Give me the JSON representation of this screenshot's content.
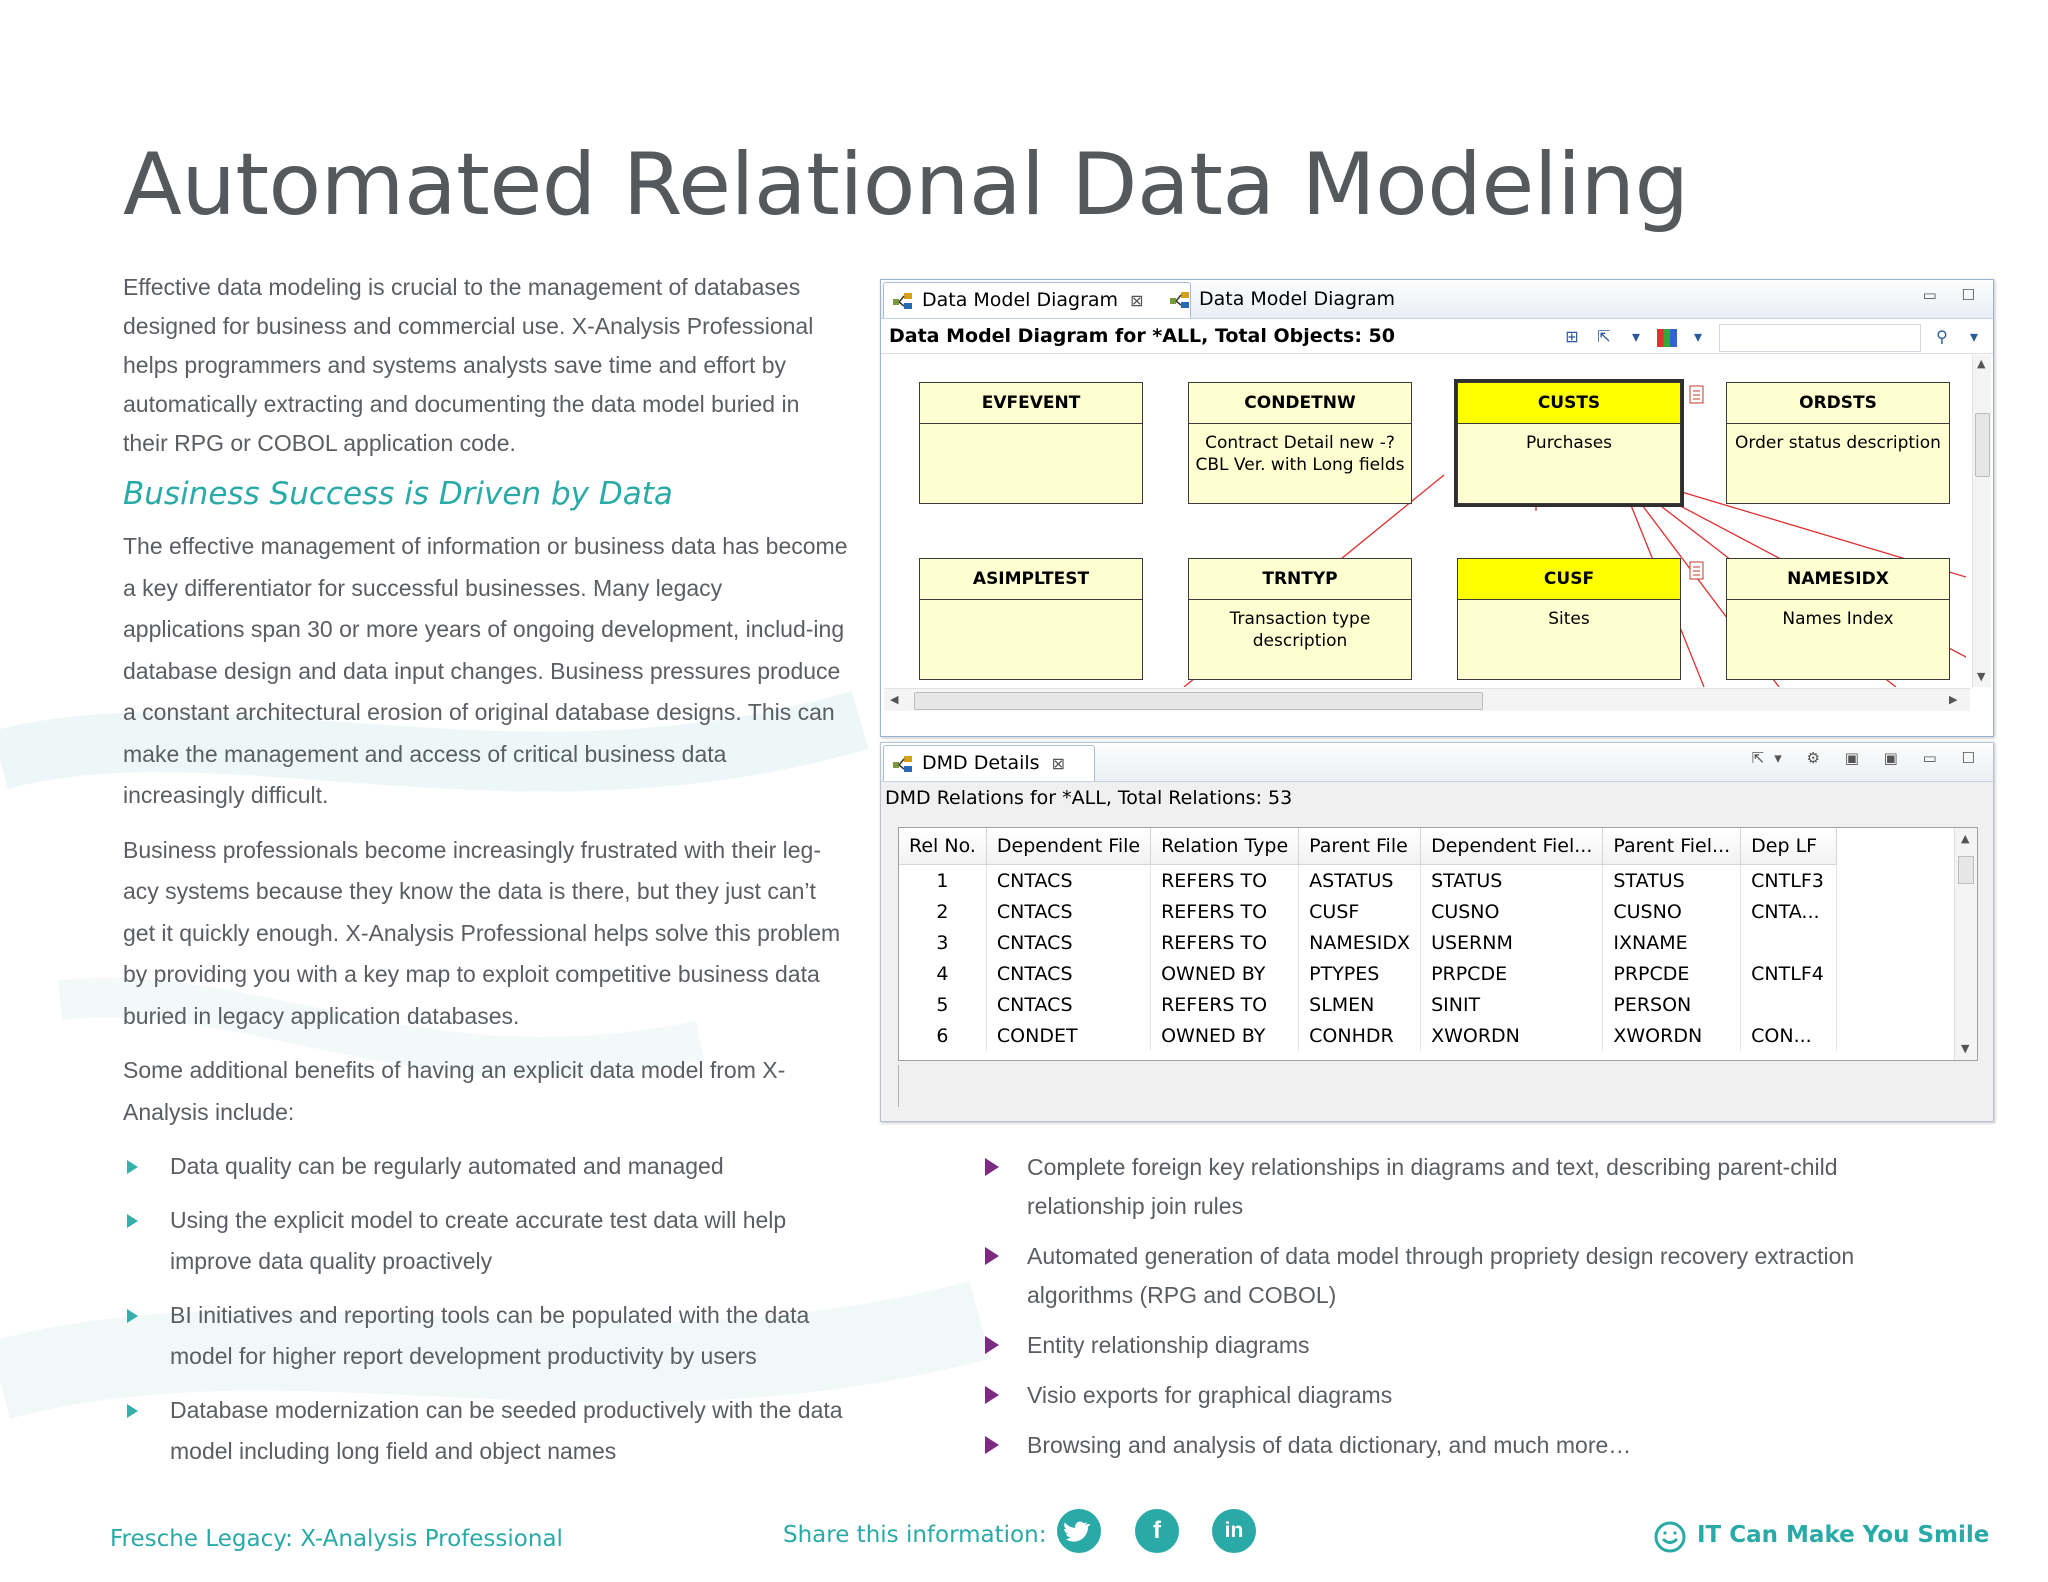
{
  "page": {
    "title": "Automated Relational Data Modeling",
    "intro": "Effective data modeling is crucial to the management of databases designed for business and commercial use. X-Analysis Professional helps programmers and systems analysts save time and effort by automatically extracting and documenting the data model buried in their RPG or COBOL application code.",
    "subheading": "Business Success is Driven by Data",
    "para1": "The effective management of information or business data has become a key differentiator for successful businesses. Many legacy applications span 30 or more years of ongoing development, includ-ing database design and data input changes. Business pressures produce a constant architectural erosion of original database designs. This can make the management and access of critical business data increasingly difficult.",
    "para2": "Business professionals become increasingly frustrated with their leg-acy systems because they know the data is there, but they just can’t get it quickly enough. X-Analysis Professional helps solve this problem by providing you with a key map to exploit competitive business data buried in legacy application databases.",
    "para3": "Some additional benefits of having an explicit data model from X-Analysis include:",
    "left_bullets": [
      "Data quality can be regularly automated and managed",
      "Using the explicit model to create accurate test data will help improve data quality proactively",
      "BI initiatives and reporting tools can be populated with the data model for higher report development productivity by users",
      "Database modernization can be seeded productively with the data model including long field and object names"
    ],
    "right_bullets": [
      "Complete foreign key relationships in diagrams and text, describing parent-child relationship join rules",
      "Automated generation of data model through propriety design recovery extraction algorithms (RPG and COBOL)",
      "Entity relationship diagrams",
      "Visio exports for graphical diagrams",
      "Browsing and analysis of data dictionary, and much more…"
    ]
  },
  "screenshot": {
    "tabs": [
      "Data Model Diagram",
      "Data Model Diagram"
    ],
    "diagram_header": "Data Model Diagram for *ALL, Total Objects: 50",
    "entities": [
      {
        "name": "EVFEVENT",
        "desc": ""
      },
      {
        "name": "CONDETNW",
        "desc": "Contract Detail new -? CBL Ver. with Long fields"
      },
      {
        "name": "CUSTS",
        "desc": "Purchases",
        "highlight": true
      },
      {
        "name": "ORDSTS",
        "desc": "Order status description"
      },
      {
        "name": "ASIMPLTEST",
        "desc": ""
      },
      {
        "name": "TRNTYP",
        "desc": "Transaction type description"
      },
      {
        "name": "CUSF",
        "desc": "Sites",
        "highlight": true
      },
      {
        "name": "NAMESIDX",
        "desc": "Names Index"
      }
    ],
    "details_tab": "DMD Details",
    "details_header": "DMD Relations for *ALL, Total Relations: 53",
    "columns": [
      "Rel No.",
      "Dependent File",
      "Relation Type",
      "Parent File",
      "Dependent Fiel...",
      "Parent Fiel...",
      "Dep LF"
    ],
    "rows": [
      [
        "1",
        "CNTACS",
        "REFERS TO",
        "ASTATUS",
        "STATUS",
        "STATUS",
        "CNTLF3"
      ],
      [
        "2",
        "CNTACS",
        "REFERS TO",
        "CUSF",
        "CUSNO",
        "CUSNO",
        "CNTA..."
      ],
      [
        "3",
        "CNTACS",
        "REFERS TO",
        "NAMESIDX",
        "USERNM",
        "IXNAME",
        ""
      ],
      [
        "4",
        "CNTACS",
        "OWNED BY",
        "PTYPES",
        "PRPCDE",
        "PRPCDE",
        "CNTLF4"
      ],
      [
        "5",
        "CNTACS",
        "REFERS TO",
        "SLMEN",
        "SINIT",
        "PERSON",
        ""
      ],
      [
        "6",
        "CONDET",
        "OWNED BY",
        "CONHDR",
        "XWORDN",
        "XWORDN",
        "CON..."
      ]
    ]
  },
  "footer": {
    "left": "Fresche Legacy: X-Analysis Professional",
    "share_label": "Share this information:",
    "social_icons": [
      "twitter-icon",
      "facebook-icon",
      "linkedin-icon"
    ],
    "tagline": "IT Can Make You Smile"
  },
  "colors": {
    "accent_teal": "#2aaaa7",
    "bullet_purple": "#7d2a83",
    "entity_yellow": "#fefed0",
    "highlight_yellow": "#ffff00"
  }
}
